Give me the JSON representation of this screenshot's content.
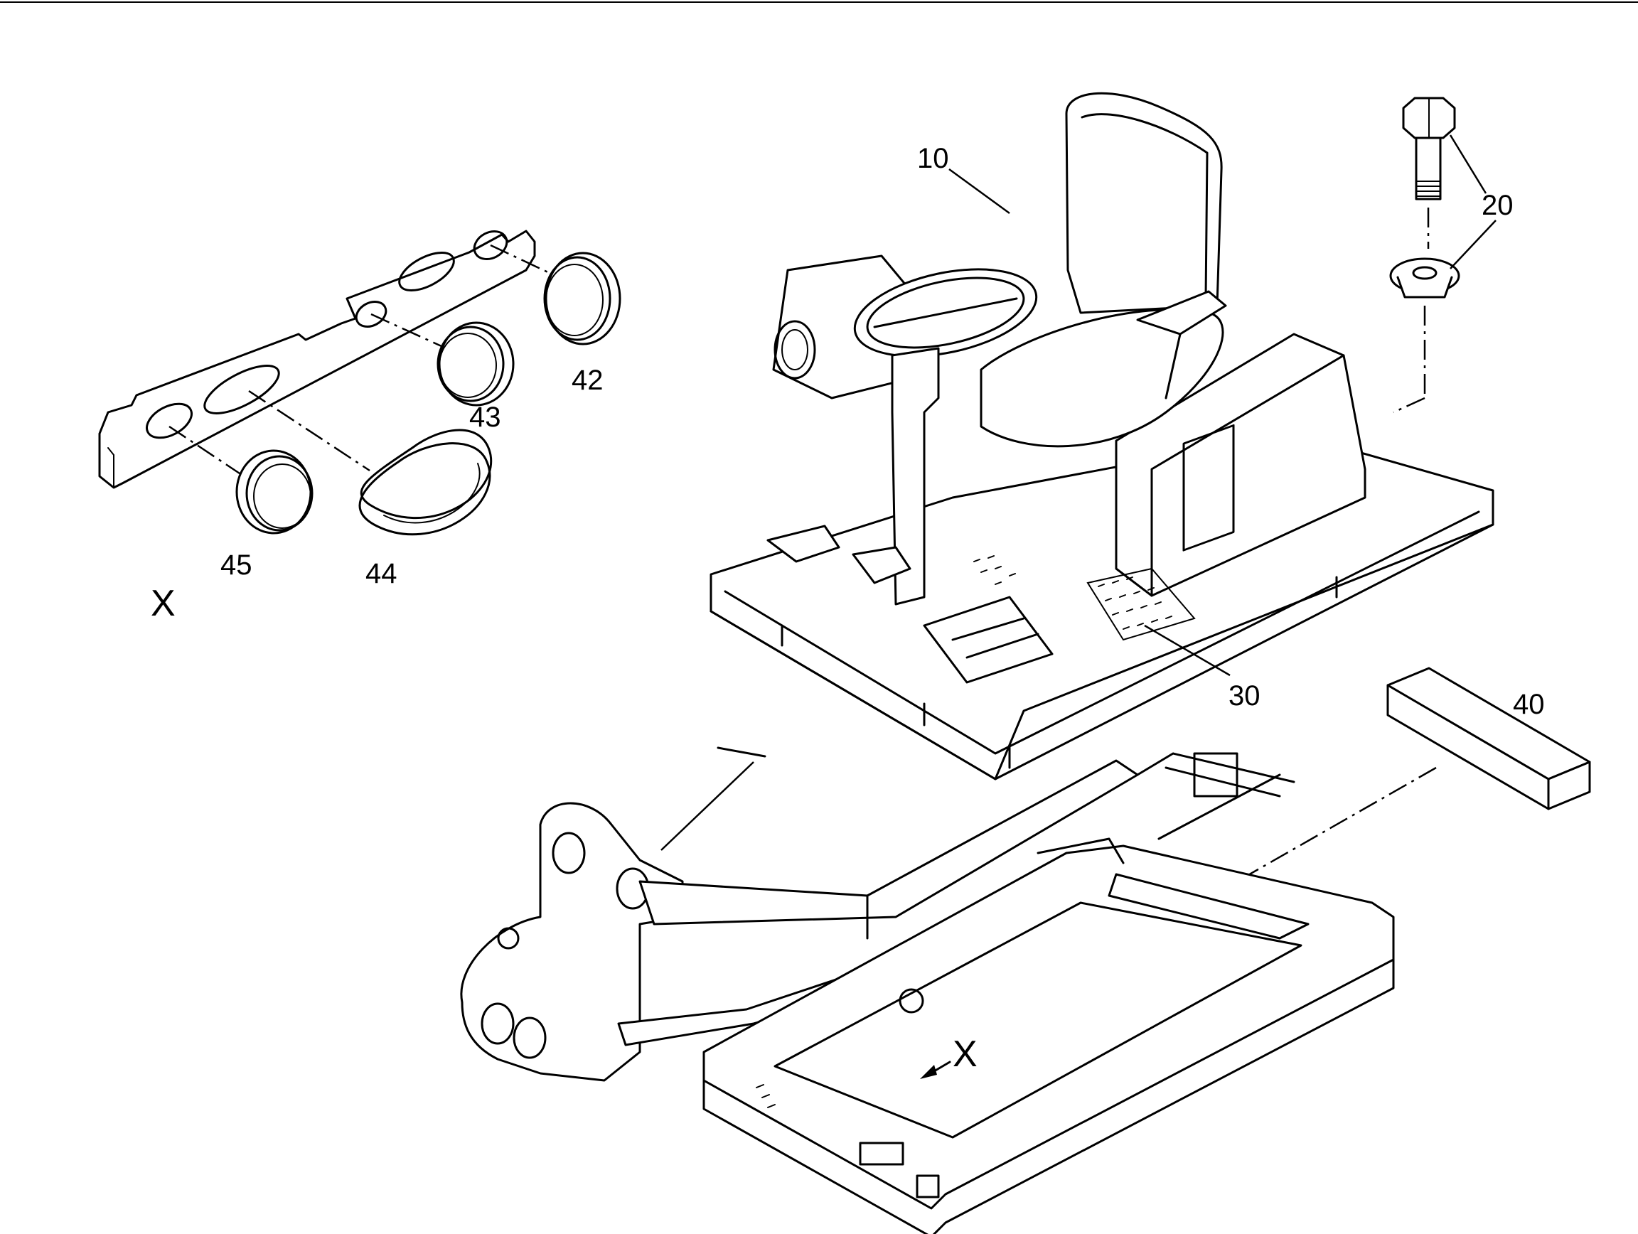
{
  "callouts": {
    "c10": "10",
    "c20": "20",
    "c30": "30",
    "c40": "40",
    "c42": "42",
    "c43": "43",
    "c44": "44",
    "c45": "45"
  },
  "view_labels": {
    "detail": "X",
    "arrow": "X"
  },
  "colors": {
    "line": "#000000",
    "background": "#ffffff"
  }
}
